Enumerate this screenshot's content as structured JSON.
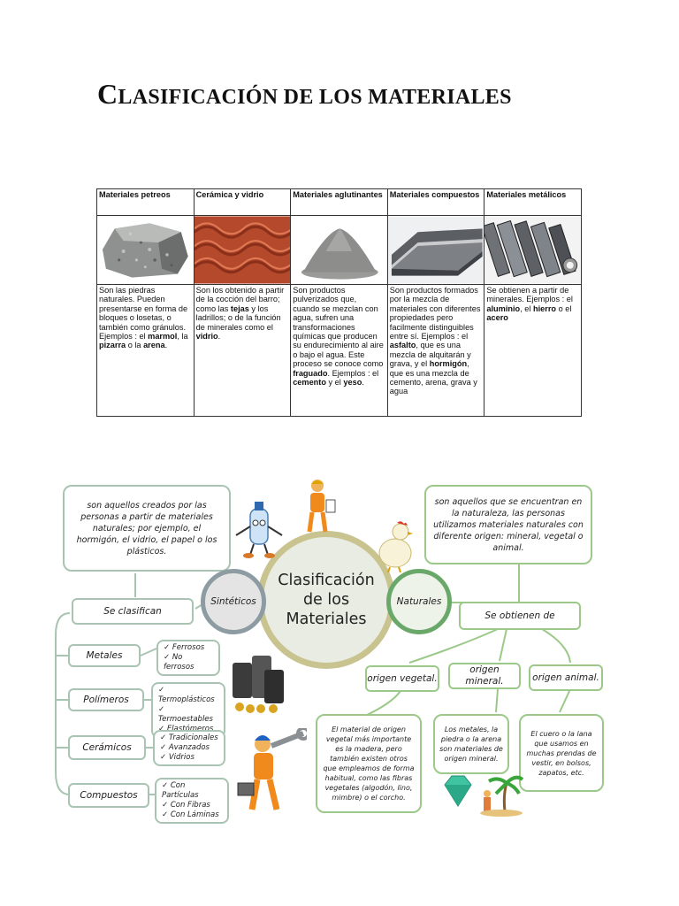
{
  "title": {
    "cap": "C",
    "rest": "LASIFICACIÓN DE LOS MATERIALES"
  },
  "table": {
    "headers": [
      "Materiales petreos",
      "Cerámica y vidrio",
      "Materiales aglutinantes",
      "Materiales compuestos",
      "Materiales metálicos"
    ],
    "desc": [
      {
        "a": "Son las piedras naturales. Pueden presentarse en forma de bloques o losetas, o también como gránulos. Ejemplos : el ",
        "b1": "marmol",
        "c": ", la ",
        "b2": "pizarra",
        "d": " o la ",
        "b3": "arena",
        "e": "."
      },
      {
        "a": "Son los obtenido a partir de la cocción del barro; como las ",
        "b1": "tejas",
        "c": " y los ladrillos; o de la función de minerales como el ",
        "b2": "vidrio",
        "e": "."
      },
      {
        "a": "Son productos pulverizados que, cuando se mezclan con agua, sufren una transformaciones químicas que producen su endurecimiento al aire o bajo el agua. Este proceso se conoce como ",
        "b1": "fraguado",
        "c": ". Ejemplos : el ",
        "b2": "cemento",
        "d": " y el ",
        "b3": "yeso",
        "e": "."
      },
      {
        "a": "Son productos formados por la mezcla de materiales con diferentes propiedades pero facilmente distinguibles entre sí. Ejemplos : el ",
        "b1": "asfalto",
        "c": ", que es una mezcla de alquitarán y grava, y el ",
        "b2": "hormigón",
        "e": ", que es una mezcla de cemento, arena, grava y agua"
      },
      {
        "a": "Se obtienen a partir de minerales. Ejemplos : el ",
        "b1": "aluminio",
        "c": ", el ",
        "b2": "hierro",
        "d": " o el ",
        "b3": "acero",
        "e": ""
      }
    ]
  },
  "map": {
    "center": "Clasificación de los Materiales",
    "sinteticos": "Sintéticos",
    "naturales": "Naturales",
    "sint_def": "son aquellos creados por las personas a partir de materiales naturales; por ejemplo, el hormigón, el vidrio, el papel o los plásticos.",
    "nat_def": "son aquellos que se encuentran en la naturaleza, las personas utilizamos materiales naturales con diferente origen: mineral, vegetal o animal.",
    "se_clasifican": "Se clasifican",
    "se_obtienen": "Se obtienen de",
    "categories": [
      {
        "name": "Metales",
        "items": [
          "Ferrosos",
          "No ferrosos"
        ]
      },
      {
        "name": "Polímeros",
        "items": [
          "Termoplásticos",
          "Termoestables",
          "Elastómeros"
        ]
      },
      {
        "name": "Cerámicos",
        "items": [
          "Tradicionales",
          "Avanzados",
          "Vidrios"
        ]
      },
      {
        "name": "Compuestos",
        "items": [
          "Con Partículas",
          "Con Fibras",
          "Con Láminas"
        ]
      }
    ],
    "origins": [
      "origen vegetal.",
      "origen mineral.",
      "origen animal."
    ],
    "origin_desc": [
      "El material de origen vegetal más importante es la madera, pero también existen otros que empleamos de forma habitual, como las fibras vegetales (algodón, lino, mimbre) o el corcho.",
      "Los metales, la piedra o la arena son materiales de origen mineral.",
      "El cuero o la lana que usamos en muchas prendas de vestir, en bolsos, zapatos, etc."
    ]
  },
  "colors": {
    "accent_green": "#9cc98a",
    "box_border": "#a9c4b3",
    "center_ring": "#b9b07a"
  }
}
